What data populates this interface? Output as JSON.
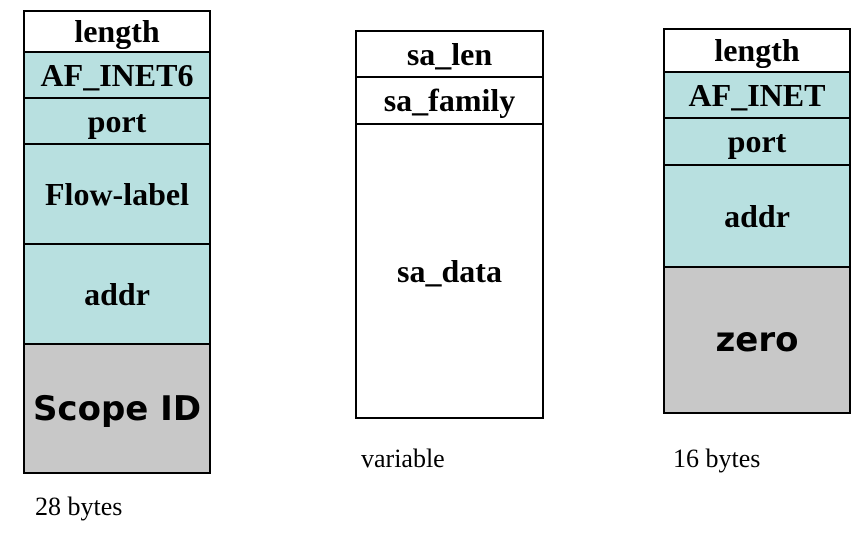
{
  "ipv6_struct": {
    "fields": [
      "length",
      "AF_INET6",
      "port",
      "Flow-label",
      "addr",
      "Scope ID"
    ],
    "size_label": "28 bytes"
  },
  "generic_struct": {
    "fields": [
      "sa_len",
      "sa_family",
      "sa_data"
    ],
    "size_label": "variable"
  },
  "ipv4_struct": {
    "fields": [
      "length",
      "AF_INET",
      "port",
      "addr",
      "zero"
    ],
    "size_label": "16 bytes"
  },
  "colors": {
    "header_fill": "#ffffff",
    "field_fill": "#b8e0e0",
    "padding_fill": "#c8c8c8",
    "border": "#000000"
  }
}
